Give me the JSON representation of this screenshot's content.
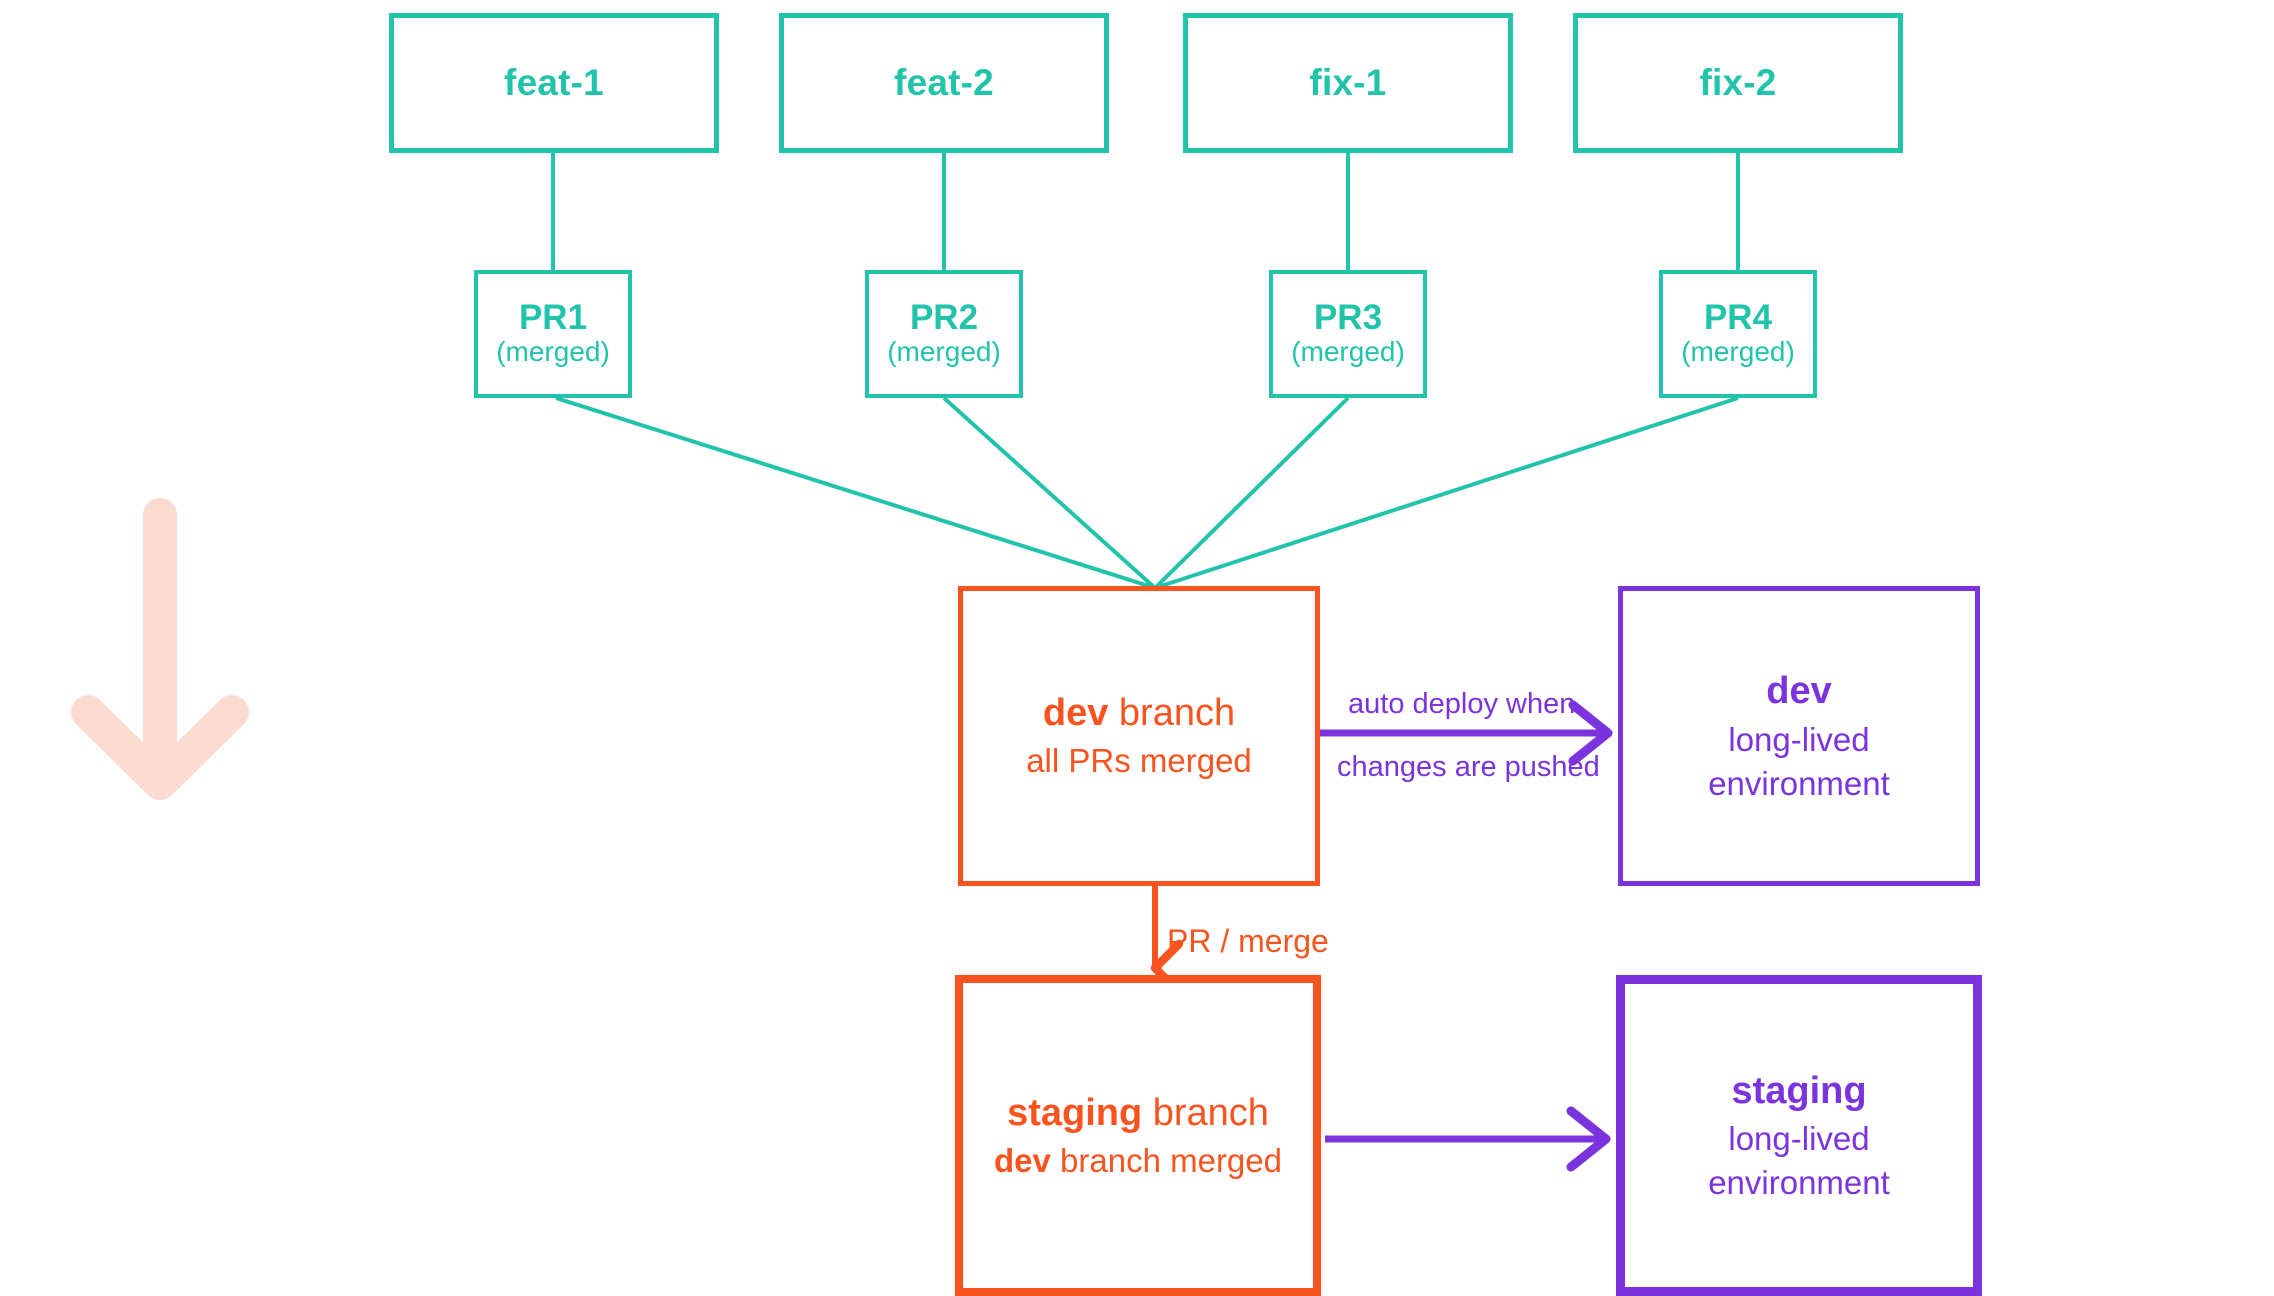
{
  "diagram": {
    "title": "git branching and deployment flow",
    "colors": {
      "teal": "#22c3ab",
      "orange": "#f9541f",
      "purple": "#7b34dd",
      "pink_arrow": "#fbdbd0",
      "background": "#ffffff"
    },
    "branches": [
      {
        "label": "feat-1"
      },
      {
        "label": "feat-2"
      },
      {
        "label": "fix-1"
      },
      {
        "label": "fix-2"
      }
    ],
    "pull_requests": [
      {
        "title": "PR1",
        "status": "(merged)"
      },
      {
        "title": "PR2",
        "status": "(merged)"
      },
      {
        "title": "PR3",
        "status": "(merged)"
      },
      {
        "title": "PR4",
        "status": "(merged)"
      }
    ],
    "dev_branch": {
      "name": "dev",
      "name_suffix": " branch",
      "detail": "all PRs merged"
    },
    "staging_branch": {
      "name": "staging",
      "name_suffix": " branch",
      "detail_bold": "dev",
      "detail_rest": " branch merged"
    },
    "dev_environment": {
      "title": "dev",
      "line1": "long-lived",
      "line2": "environment"
    },
    "staging_environment": {
      "title": "staging",
      "line1": "long-lived",
      "line2": "environment"
    },
    "edge_labels": {
      "auto_deploy_top": "auto deploy when",
      "auto_deploy_bottom": "changes are pushed",
      "pr_merge": "PR / merge"
    }
  }
}
